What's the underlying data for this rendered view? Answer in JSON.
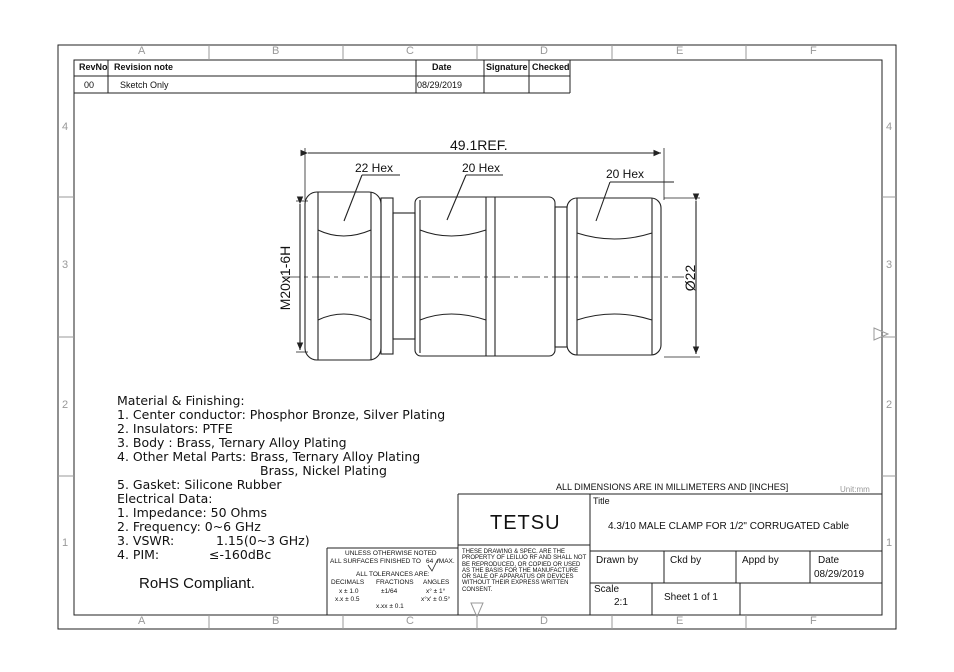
{
  "border": {
    "cols_top": [
      "A",
      "B",
      "C",
      "D",
      "E",
      "F"
    ],
    "cols_bottom": [
      "A",
      "B",
      "C",
      "D",
      "E",
      "F"
    ],
    "rows_left": [
      "4",
      "3",
      "2",
      "1"
    ],
    "rows_right": [
      "4",
      "3",
      "2",
      "1"
    ]
  },
  "revision": {
    "headers": {
      "revno": "RevNo",
      "note": "Revision note",
      "date": "Date",
      "signature": "Signature",
      "checked": "Checked"
    },
    "rows": [
      {
        "revno": "00",
        "note": "Sketch Only",
        "date": "08/29/2019",
        "signature": "",
        "checked": ""
      }
    ]
  },
  "drawing": {
    "overall_dim": "49.1REF.",
    "hex_labels": [
      "22 Hex",
      "20 Hex",
      "20 Hex"
    ],
    "thread_label": "M20x1-6H",
    "diameter_label": "Ø22"
  },
  "notes": {
    "lines": [
      "Material & Finishing:",
      "1. Center conductor: Phosphor Bronze, Silver Plating",
      "2. Insulators: PTFE",
      "3. Body : Brass, Ternary Alloy Plating",
      "4. Other Metal Parts: Brass, Ternary Alloy Plating",
      "Brass, Nickel Plating",
      "5. Gasket: Silicone Rubber",
      "Electrical Data:",
      "1. Impedance: 50 Ohms",
      "2. Frequency: 0~6 GHz",
      "3. VSWR:",
      "4. PIM:"
    ],
    "vswr_value": "1.15(0~3 GHz)",
    "pim_value": "≤-160dBc",
    "rohs": "RoHS Compliant."
  },
  "dims_note": "ALL DIMENSIONS ARE IN MILLIMETERS AND [INCHES]",
  "unit": "Unit:mm",
  "tolerance": {
    "line1": "UNLESS OTHERWISE NOTED",
    "line2": "ALL SURFACES FINISHED TO",
    "finish": "64",
    "finish_suffix": "/MAX.",
    "heading": "ALL TOLERANCES ARE:",
    "col1_head": "DECIMALS",
    "col2_head": "FRACTIONS",
    "col3_head": "ANGLES",
    "dec1": "x ± 1.0",
    "dec2": "x.x ± 0.5",
    "frac": "±1/64",
    "dec3": "x.xx ± 0.1",
    "ang1": "x° ± 1°",
    "ang2": "x°x' ± 0.5°"
  },
  "title_block": {
    "company": "TETSU",
    "proprietary": "THESE DRAWING & SPEC. ARE THE PROPERTY OF LEILUO RF AND SHALL NOT BE REPRODUCED, OR COPIED OR USED AS THE BASIS FOR THE MANUFACTURE OR SALE OF APPARATUS OR DEVICES WITHOUT THEIR EXPRESS WRITTEN CONSENT.",
    "title_label": "Title",
    "title": "4.3/10 MALE CLAMP FOR 1/2\" CORRUGATED Cable",
    "drawn_by_label": "Drawn by",
    "ckd_by_label": "Ckd by",
    "appd_by_label": "Appd by",
    "date_label": "Date",
    "date": "08/29/2019",
    "scale_label": "Scale",
    "scale": "2:1",
    "sheet": "Sheet 1 of 1"
  },
  "colors": {
    "line": "#222222",
    "grid": "#999999"
  }
}
